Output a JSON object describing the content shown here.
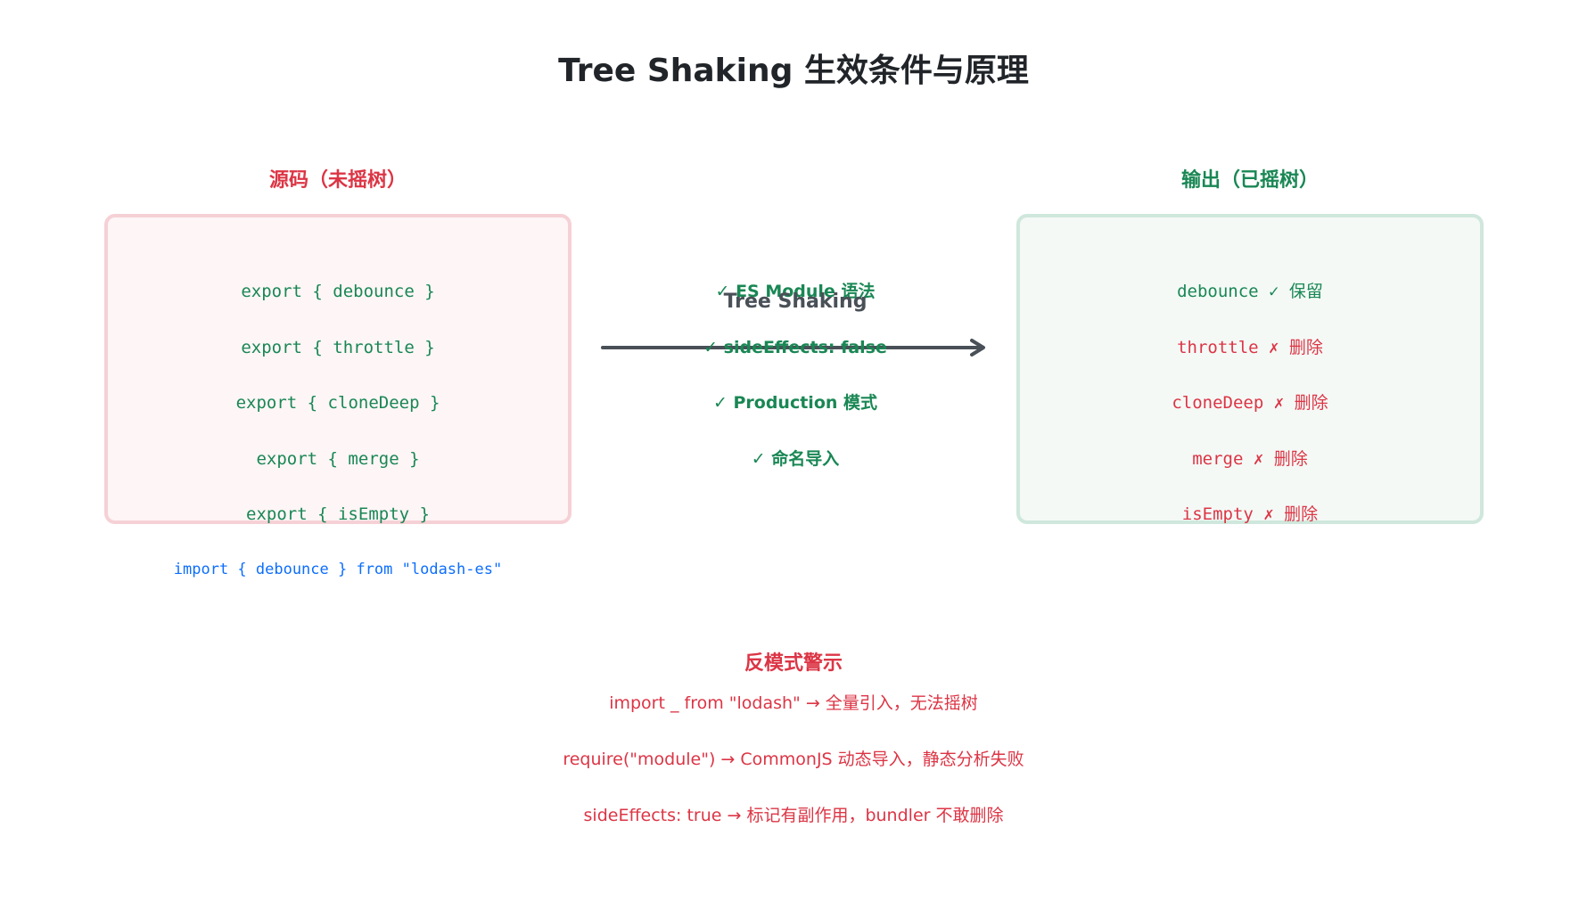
{
  "title": "Tree Shaking 生效条件与原理",
  "colors": {
    "title": "#212529",
    "red": "#dc3545",
    "green": "#198754",
    "blue": "#0d6efd",
    "arrow": "#495057"
  },
  "source": {
    "heading": "源码（未摇树）",
    "lines": [
      "export { debounce }",
      "export { throttle }",
      "export { cloneDeep }",
      "export { merge }",
      "export { isEmpty }"
    ],
    "import_line": "import { debounce } from \"lodash-es\""
  },
  "middle": {
    "conditions": [
      "✓ ES Module 语法",
      "✓ sideEffects: false",
      "✓ Production 模式",
      "✓ 命名导入"
    ],
    "arrow_label": "Tree Shaking"
  },
  "output": {
    "heading": "输出（已摇树）",
    "lines": [
      "debounce ✓ 保留",
      "throttle ✗ 删除",
      "cloneDeep ✗ 删除",
      "merge ✗ 删除",
      "isEmpty ✗ 删除"
    ],
    "kept_flags": [
      true,
      false,
      false,
      false,
      false
    ]
  },
  "anti_patterns": {
    "heading": "反模式警示",
    "lines": [
      "import _ from \"lodash\" → 全量引入，无法摇树",
      "require(\"module\") → CommonJS 动态导入，静态分析失败",
      "sideEffects: true → 标记有副作用，bundler 不敢删除"
    ]
  }
}
